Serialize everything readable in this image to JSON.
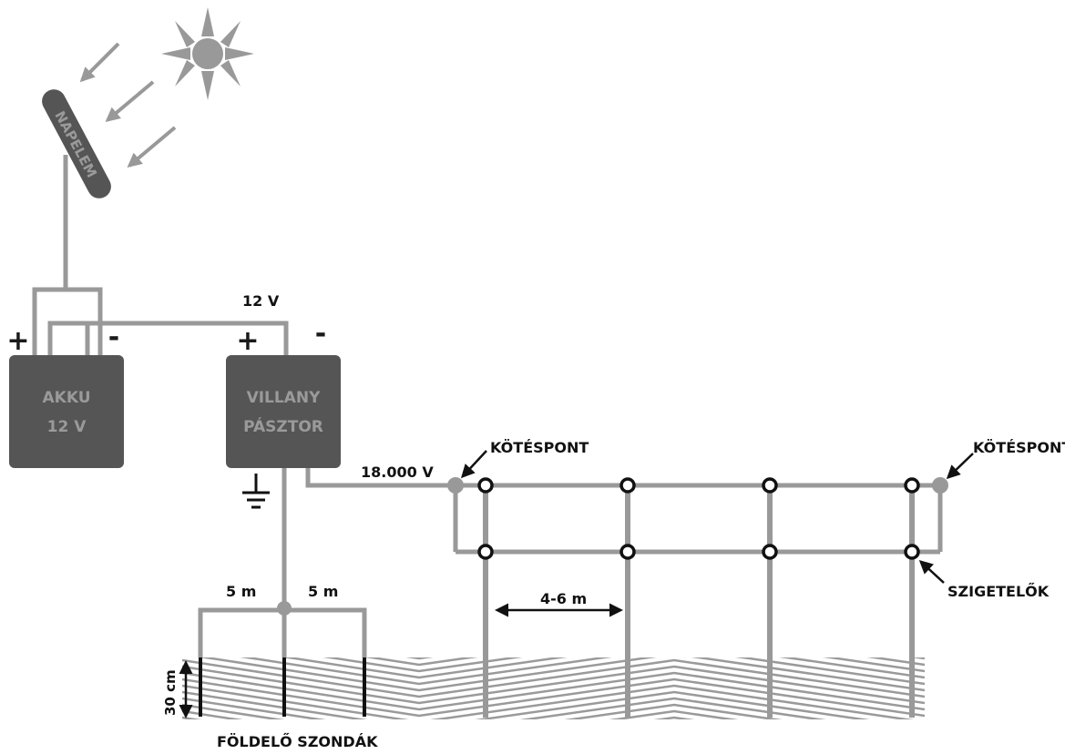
{
  "solar_panel": {
    "label": "NAPELEM",
    "icon": "solar-panel-icon"
  },
  "sun": {
    "icon": "sun-icon"
  },
  "battery": {
    "line1": "AKKU",
    "line2": "12 V",
    "plus": "+",
    "minus": "-"
  },
  "energizer": {
    "line1": "VILLANY",
    "line2": "PÁSZTOR",
    "plus": "+",
    "minus": "-"
  },
  "labels": {
    "voltage_low": "12 V",
    "voltage_high": "18.000 V",
    "junction_left": "KÖTÉSPONT",
    "junction_right": "KÖTÉSPONT",
    "insulators": "SZIGETELŐK",
    "post_spacing": "4-6 m",
    "ground_left": "5 m",
    "ground_right": "5 m",
    "depth": "30 cm",
    "ground_rods": "FÖLDELŐ SZONDÁK"
  },
  "colors": {
    "wire": "#999999",
    "box": "#555555",
    "box_text": "#9a9a9a",
    "ink": "#111111"
  }
}
